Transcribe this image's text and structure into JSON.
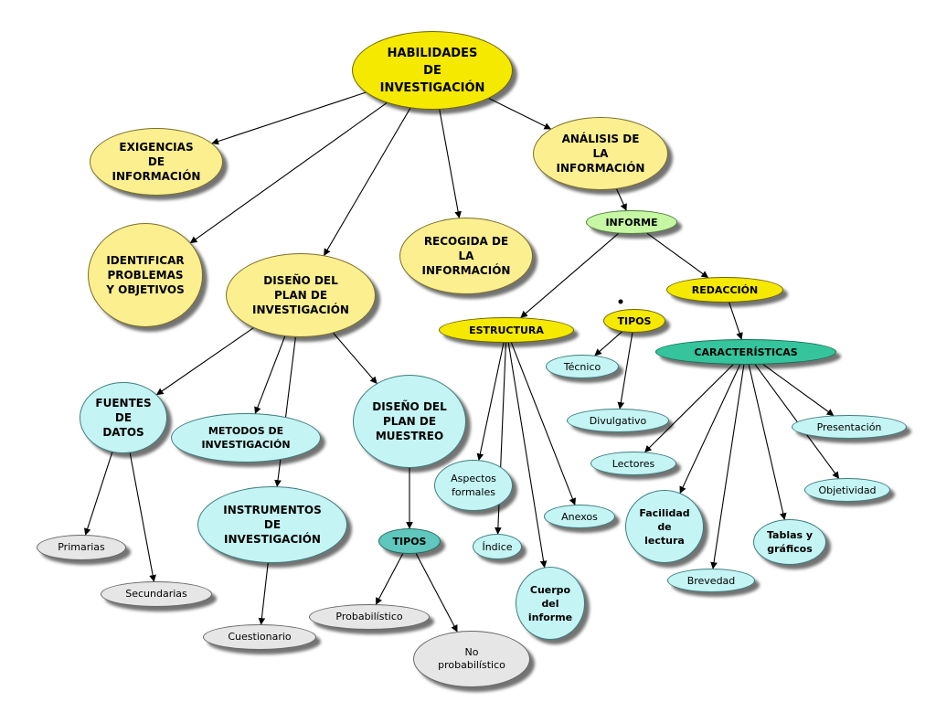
{
  "nodes": {
    "root": [
      "HABILIDADES",
      "DE",
      "INVESTIGACIÓN"
    ],
    "exigencias": [
      "EXIGENCIAS",
      "DE",
      "INFORMACIÓN"
    ],
    "identificar": [
      "IDENTIFICAR",
      "PROBLEMAS",
      "Y OBJETIVOS"
    ],
    "diseno_plan": [
      "DISEÑO DEL",
      "PLAN DE",
      "INVESTIGACIÓN"
    ],
    "recogida": [
      "RECOGIDA DE",
      "LA",
      "INFORMACIÓN"
    ],
    "analisis": [
      "ANÁLISIS DE",
      "LA",
      "INFORMACIÓN"
    ],
    "informe": [
      "INFORME"
    ],
    "redaccion": [
      "REDACCIÓN"
    ],
    "estructura": [
      "ESTRUCTURA"
    ],
    "tipos_informe": [
      "TIPOS"
    ],
    "tecnico": [
      "Técnico"
    ],
    "divulgativo": [
      "Divulgativo"
    ],
    "caracteristicas": [
      "CARACTERÍSTICAS"
    ],
    "presentacion": [
      "Presentación"
    ],
    "lectores": [
      "Lectores"
    ],
    "objetividad": [
      "Objetividad"
    ],
    "facilidad": [
      "Facilidad",
      "de",
      "lectura"
    ],
    "tablas": [
      "Tablas y",
      "gráficos"
    ],
    "brevedad": [
      "Brevedad"
    ],
    "aspectos": [
      "Aspectos",
      "formales"
    ],
    "anexos": [
      "Anexos"
    ],
    "indice": [
      "Índice"
    ],
    "cuerpo": [
      "Cuerpo",
      "del",
      "informe"
    ],
    "fuentes": [
      "FUENTES",
      "DE",
      "DATOS"
    ],
    "metodos": [
      "METODOS DE",
      "INVESTIGACIÓN"
    ],
    "instrumentos": [
      "INSTRUMENTOS",
      "DE",
      "INVESTIGACIÓN"
    ],
    "diseno_muestreo": [
      "DISEÑO DEL",
      "PLAN DE",
      "MUESTREO"
    ],
    "tipos_muestreo": [
      "TIPOS"
    ],
    "primarias": [
      "Primarias"
    ],
    "secundarias": [
      "Secundarias"
    ],
    "cuestionario": [
      "Cuestionario"
    ],
    "probabilistico": [
      "Probabilístico"
    ],
    "no_probabilistico": [
      "No",
      "probabilístico"
    ]
  },
  "edges": [
    [
      "root",
      "exigencias"
    ],
    [
      "root",
      "identificar"
    ],
    [
      "root",
      "diseno_plan"
    ],
    [
      "root",
      "recogida"
    ],
    [
      "root",
      "analisis"
    ],
    [
      "analisis",
      "informe"
    ],
    [
      "informe",
      "redaccion"
    ],
    [
      "informe",
      "estructura"
    ],
    [
      "redaccion",
      "caracteristicas"
    ],
    [
      "caracteristicas",
      "presentacion"
    ],
    [
      "caracteristicas",
      "objetividad"
    ],
    [
      "caracteristicas",
      "tablas"
    ],
    [
      "caracteristicas",
      "brevedad"
    ],
    [
      "caracteristicas",
      "facilidad"
    ],
    [
      "caracteristicas",
      "lectores"
    ],
    [
      "tipos_informe",
      "tecnico"
    ],
    [
      "tipos_informe",
      "divulgativo"
    ],
    [
      "estructura",
      "aspectos"
    ],
    [
      "estructura",
      "indice"
    ],
    [
      "estructura",
      "cuerpo"
    ],
    [
      "estructura",
      "anexos"
    ],
    [
      "diseno_plan",
      "fuentes"
    ],
    [
      "diseno_plan",
      "metodos"
    ],
    [
      "diseno_plan",
      "instrumentos"
    ],
    [
      "diseno_plan",
      "diseno_muestreo"
    ],
    [
      "fuentes",
      "primarias"
    ],
    [
      "fuentes",
      "secundarias"
    ],
    [
      "instrumentos",
      "cuestionario"
    ],
    [
      "diseno_muestreo",
      "tipos_muestreo"
    ],
    [
      "tipos_muestreo",
      "probabilistico"
    ],
    [
      "tipos_muestreo",
      "no_probabilistico"
    ]
  ]
}
